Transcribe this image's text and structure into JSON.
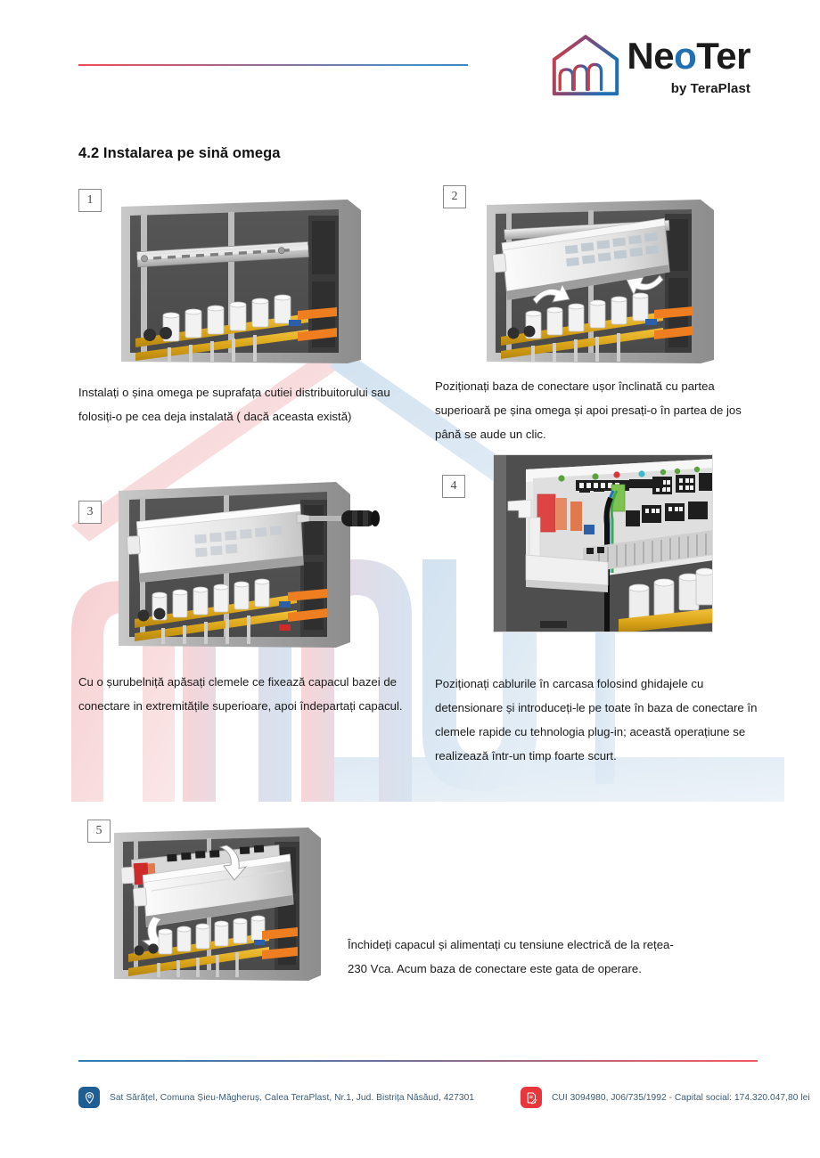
{
  "brand": {
    "logo_name": "NeoTer",
    "logo_name_pre": "Ne",
    "logo_name_o": "o",
    "logo_name_post": "Ter",
    "tagline": "by TeraPlast",
    "logo_mark_icon": "neoter-house-logo-icon",
    "accent_red": "#ef4d52",
    "accent_blue": "#2a7fb8",
    "logo_blue": "#1f6fb2"
  },
  "header": {
    "rule_icon": "gradient-divider"
  },
  "section": {
    "number": "4.2",
    "title": "4.2 Instalarea pe sină omega"
  },
  "steps": [
    {
      "number": "1",
      "figure_name": "distribution-cabinet-with-din-rail",
      "caption": "Instalați o șina omega pe suprafața cutiei distribuitorului sau folosiți-o pe cea deja instalată ( dacă aceasta există)"
    },
    {
      "number": "2",
      "figure_name": "connection-base-mounted-on-din-rail",
      "caption": "Poziționați baza de conectare ușor înclinată cu partea superioară pe șina omega și apoi presați-o în partea de jos până se aude un clic."
    },
    {
      "number": "3",
      "figure_name": "screwdriver-releasing-cover-clips",
      "caption": "Cu o șurubelniță apăsați clemele ce fixează capacul bazei de conectare in extremitățile superioare, apoi îndepartați capacul."
    },
    {
      "number": "4",
      "figure_name": "cables-inserted-into-plug-in-terminals",
      "caption": " Poziționați cablurile în carcasa folosind ghidajele cu detensionare și introduceți-le pe toate în baza de conectare în clemele rapide cu tehnologia plug-in; această operațiune se realizează într-un timp foarte scurt."
    },
    {
      "number": "5",
      "figure_name": "cover-closed-and-powered",
      "caption": "Închideți capacul și alimentați cu tensiune electrică de la rețea- 230 Vca. Acum baza de conectare este gata de operare."
    }
  ],
  "footer": {
    "address_icon": "location-pin-icon",
    "address": "Sat Sărățel, Comuna Șieu-Măgheruș, Calea TeraPlast, Nr.1, Jud. Bistrița Năsăud, 427301",
    "registry_icon": "document-edit-icon",
    "registry": "CUI 3094980, J06/735/1992 - Capital social: 174.320.047,80 lei"
  },
  "watermark": {
    "name": "neoter-logo-watermark"
  }
}
